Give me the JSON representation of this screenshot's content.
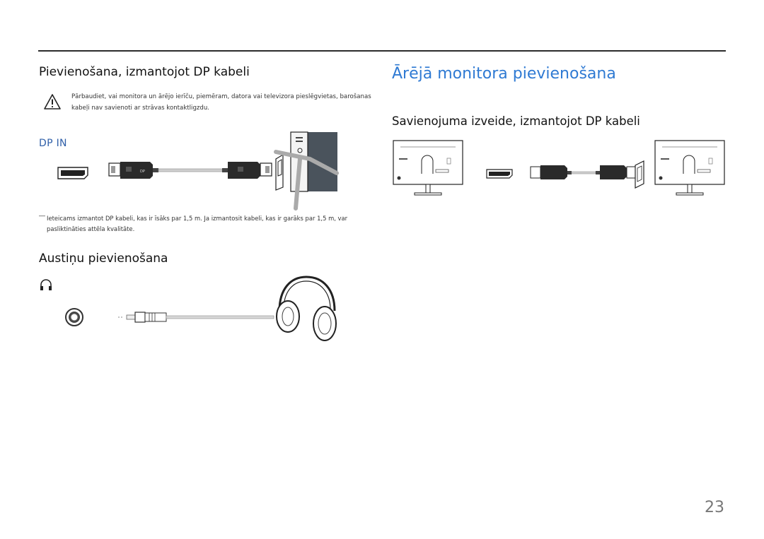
{
  "page": {
    "number": "23"
  },
  "left": {
    "dp_section": {
      "heading": "Pievienošana, izmantojot DP kabeli",
      "warning_lines": [
        "Pārbaudiet, vai monitora un ārējo ierīču, piemēram, datora vai televizora pieslēgvietas, barošanas",
        "kabeļi nav savienoti ar strāvas kontaktligzdu."
      ],
      "port_label": "DP IN",
      "note_symbol": "―",
      "note_lines": [
        "Ieteicams izmantot DP kabeli, kas ir īsāks par 1,5 m. Ja izmantosit kabeli, kas ir garāks par 1,5 m, var",
        "pasliktināties attēla kvalitāte."
      ]
    },
    "headphone_section": {
      "heading": "Austiņu pievienošana"
    }
  },
  "right": {
    "title": "Ārējā monitora pievienošana",
    "subheading": "Savienojuma izveide, izmantojot DP kabeli"
  },
  "icons": {
    "warning": "warning-triangle-icon",
    "headphone": "headphone-icon"
  },
  "colors": {
    "accent": "#2f7ad3",
    "dp_label": "#2f5fa8"
  }
}
